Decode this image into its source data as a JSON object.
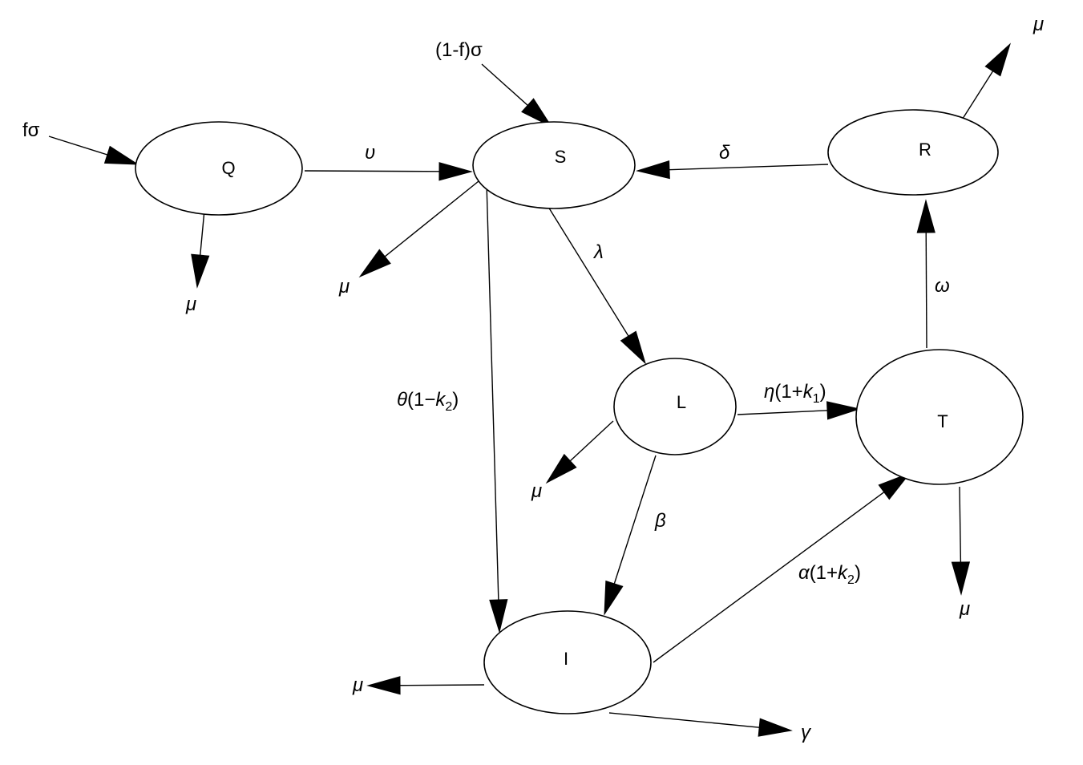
{
  "nodes": {
    "Q": "Q",
    "S": "S",
    "R": "R",
    "L": "L",
    "T": "T",
    "I": "I"
  },
  "inflows": {
    "q_in": "fσ",
    "s_in": "(1-f)σ"
  },
  "rates": {
    "q_to_s": "υ",
    "r_to_s": "δ",
    "s_to_l": "λ",
    "t_to_r": "ω",
    "l_to_i": "β",
    "l_to_t": {
      "symbol": "η",
      "open": "(1+",
      "k": "k",
      "sub": "1",
      "close": ")"
    },
    "s_to_i": {
      "symbol": "θ",
      "open": "(1−",
      "k": "k",
      "sub": "2",
      "close": ")"
    },
    "i_to_t": {
      "symbol": "α",
      "open": "(1+",
      "k": "k",
      "sub": "2",
      "close": ")"
    },
    "i_out_gamma": "γ"
  },
  "outflows": {
    "q_mu": "μ",
    "s_mu": "μ",
    "r_mu": "μ",
    "l_mu": "μ",
    "t_mu": "μ",
    "i_mu": "μ"
  }
}
